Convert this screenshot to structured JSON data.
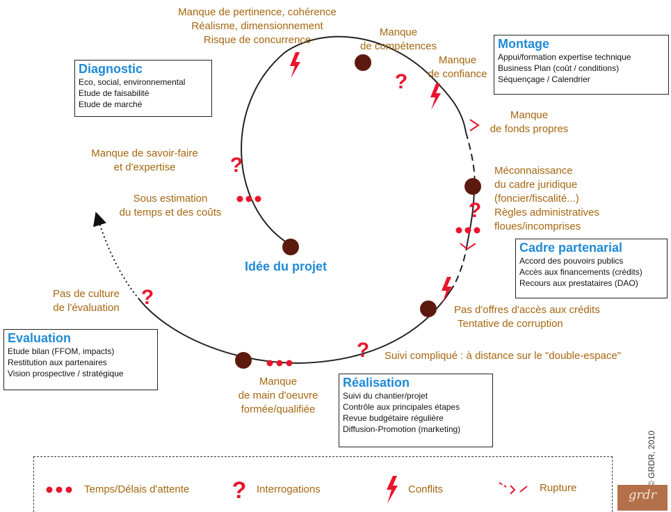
{
  "center": {
    "title": "Idée du projet"
  },
  "boxes": {
    "diagnostic": {
      "title": "Diagnostic",
      "items": [
        "Eco, social, environnemental",
        "Etude de faisabilité",
        "Etude de marché"
      ]
    },
    "montage": {
      "title": "Montage",
      "items": [
        "Appui/formation expertise technique",
        "Business Plan (coût / conditions)",
        "Séquençage / Calendrier"
      ]
    },
    "cadre": {
      "title": "Cadre partenarial",
      "items": [
        "Accord des pouvoirs publics",
        "Accès aux financements (crédits)",
        "Recours aux prestataires (DAO)"
      ]
    },
    "realisation": {
      "title": "Réalisation",
      "items": [
        "Suivi du chantier/projet",
        "Contrôle aux principales étapes",
        "Revue budgétaire régulière",
        "Diffusion-Promotion (marketing)"
      ]
    },
    "evaluation": {
      "title": "Evaluation",
      "items": [
        "Etude bilan (FFOM, impacts)",
        "Restitution aux partenaires",
        "Vision prospective / stratégique"
      ]
    }
  },
  "labels": {
    "pertinence": [
      "Manque de pertinence, cohérence",
      "Réalisme, dimensionnement",
      "Risque de concurrence"
    ],
    "competences": [
      "Manque",
      "de compétences"
    ],
    "confiance": [
      "Manque",
      "de confiance"
    ],
    "fonds": [
      "Manque",
      "de fonds propres"
    ],
    "juridique": [
      "Méconnaissance",
      "du cadre juridique",
      "(foncier/fiscalité...)",
      "Règles  administratives",
      "floues/incomprises"
    ],
    "credits": [
      "Pas d'offres d'accès aux crédits",
      "Tentative de corruption"
    ],
    "suivi": [
      "Suivi compliqué : à distance sur le \"double-espace\""
    ],
    "main_oeuvre": [
      "Manque",
      "de main d'oeuvre",
      "formée/qualifiée"
    ],
    "culture": [
      "Pas de culture",
      "de l'évaluation"
    ],
    "savoir_faire": [
      "Manque de savoir-faire",
      "et d'expertise"
    ],
    "estimation": [
      "Sous estimation",
      "du temps et des coûts"
    ]
  },
  "legend": {
    "dots": "Temps/Délais d'attente",
    "question": "Interrogations",
    "conflict": "Conflits",
    "rupture": "Rupture"
  },
  "copyright": "© GRDR, 2010",
  "logo": "grdr",
  "colors": {
    "line": "#222222",
    "node": "#5c1a0e",
    "symbol": "#e8152c",
    "label": "#a5660f",
    "title": "#1f8ad6"
  },
  "icons": {
    "node": "circle-node-icon",
    "question": "question-mark-icon",
    "conflict": "lightning-bolt-icon",
    "dots": "three-dots-icon",
    "rupture": "broken-line-icon"
  }
}
